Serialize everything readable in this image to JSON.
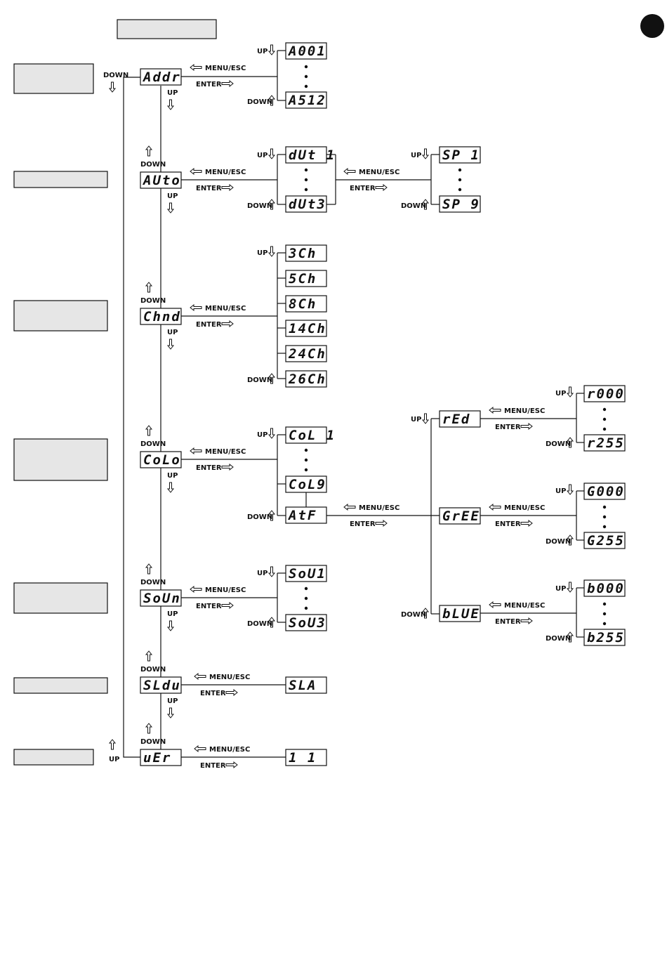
{
  "labels": {
    "menu_esc": "MENU/ESC",
    "enter": "ENTER",
    "up": "UP",
    "down": "DOWN"
  },
  "menu": [
    {
      "id": "addr",
      "display": "Addr"
    },
    {
      "id": "auto",
      "display": "AUto"
    },
    {
      "id": "chnd",
      "display": "Chnd"
    },
    {
      "id": "colo",
      "display": "CoLo"
    },
    {
      "id": "soun",
      "display": "SoUn"
    },
    {
      "id": "sldu",
      "display": "SLdu"
    },
    {
      "id": "ver",
      "display": "uEr"
    }
  ],
  "submenus": {
    "addr": [
      "A001",
      "A512"
    ],
    "auto": [
      "dUt 1",
      "dUt3"
    ],
    "auto_sp": [
      "SP  1",
      "SP  9"
    ],
    "chnd": [
      "3Ch",
      "5Ch",
      "8Ch",
      "14Ch",
      "24Ch",
      "26Ch"
    ],
    "colo": [
      "CoL 1",
      "CoL9",
      "AtF"
    ],
    "colo_rgb": [
      "rEd",
      "GrEE",
      "bLUE"
    ],
    "red": [
      "r000",
      "r255"
    ],
    "green": [
      "G000",
      "G255"
    ],
    "blue": [
      "b000",
      "b255"
    ],
    "soun": [
      "SoU1",
      "SoU3"
    ],
    "sldu": [
      "SLA"
    ],
    "ver": [
      "1 1"
    ]
  },
  "colors": {
    "line": "#111111",
    "label_box_fill": "#e6e6e6",
    "badge": "#111111"
  }
}
